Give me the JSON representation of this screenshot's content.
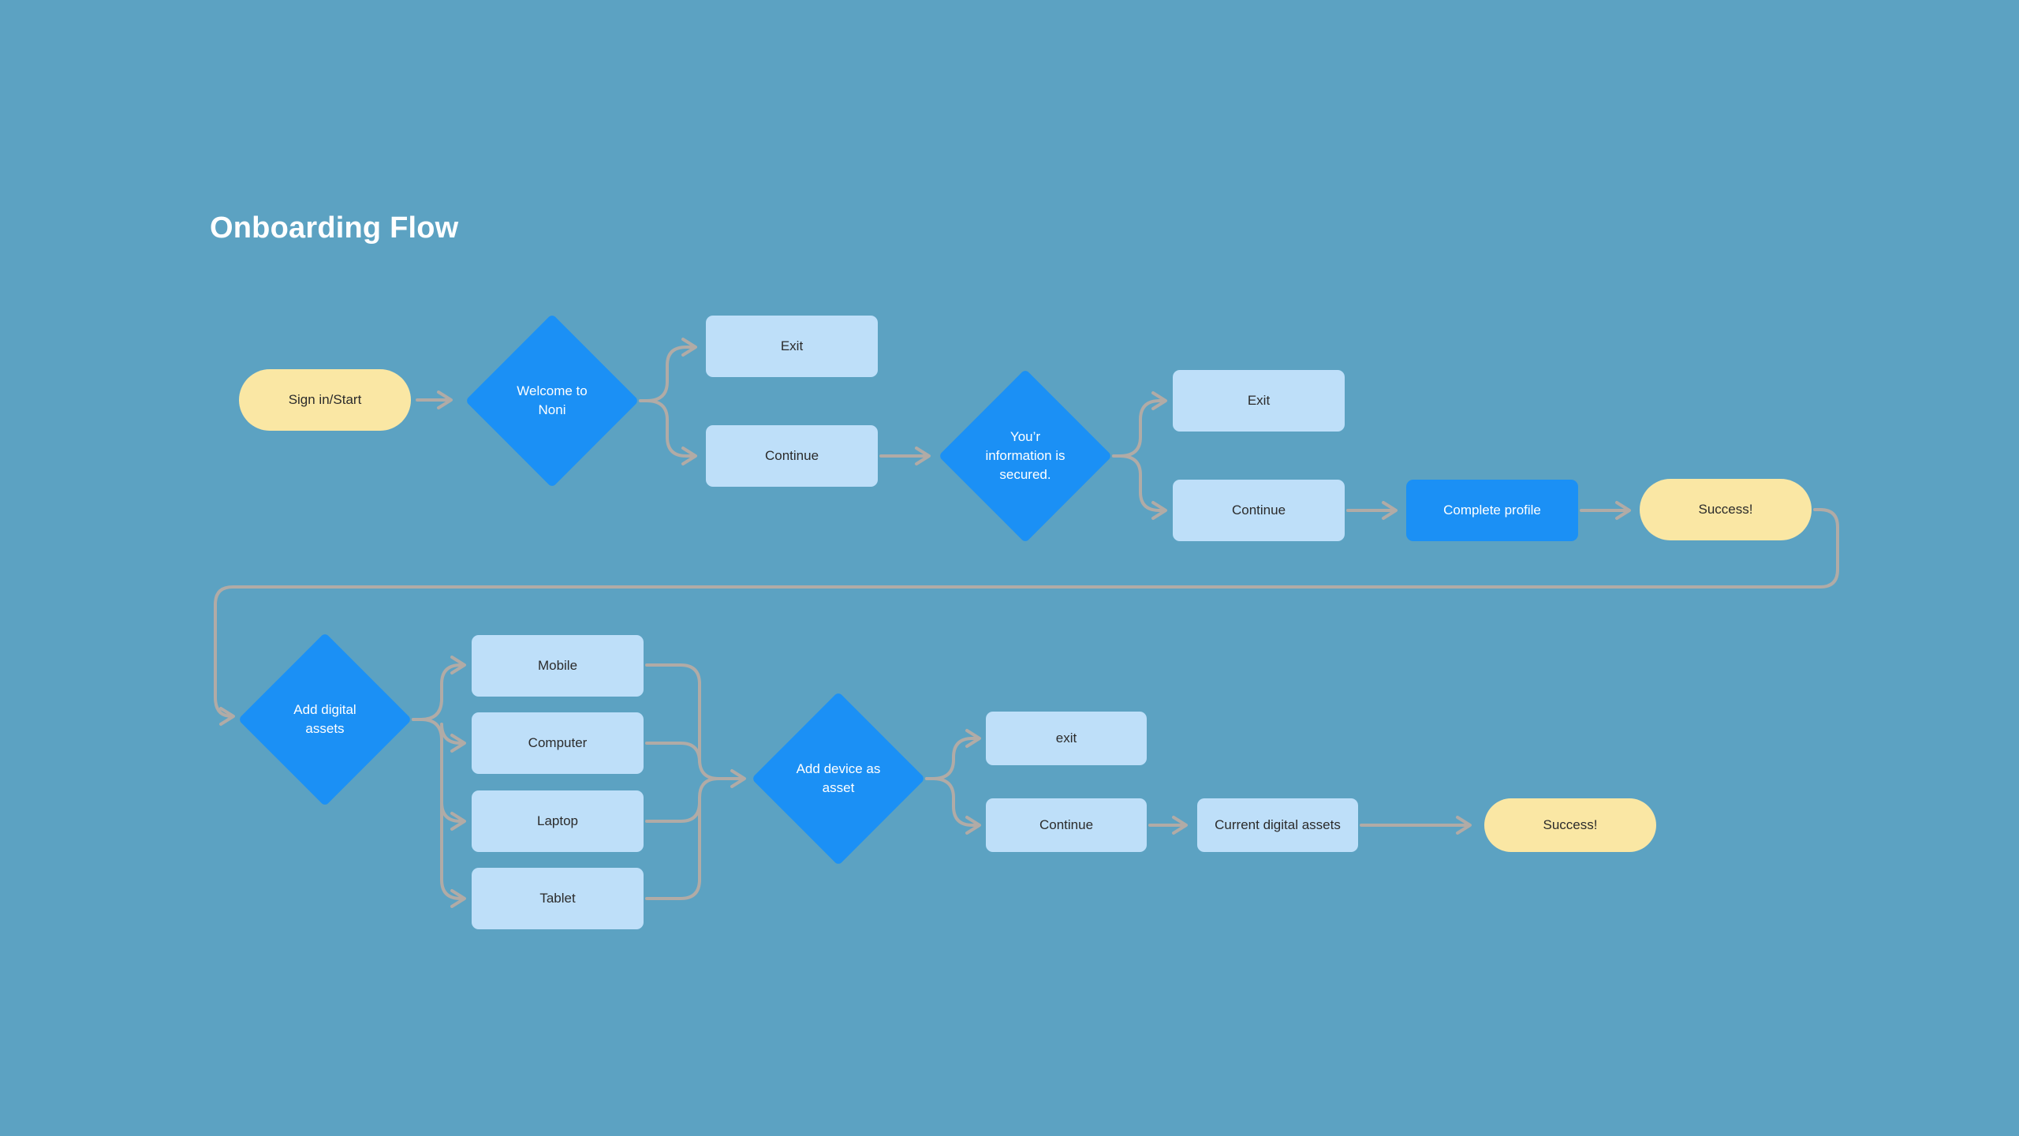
{
  "title": "Onboarding Flow",
  "colors": {
    "background": "#5CA2C2",
    "decision_fill": "#1B90F5",
    "option_fill": "#BEDFF9",
    "terminal_fill": "#FAE7A4",
    "action_fill": "#1B90F5",
    "connector": "#B1ABA6",
    "text_dark": "#2B2B2B",
    "text_light": "#FFFFFF"
  },
  "nodes": {
    "signin": {
      "label": "Sign in/Start",
      "shape": "pill"
    },
    "welcome": {
      "label": "Welcome to Noni",
      "shape": "diamond"
    },
    "exit1": {
      "label": "Exit",
      "shape": "box"
    },
    "continue1": {
      "label": "Continue",
      "shape": "box"
    },
    "secured": {
      "label": "You’r information is secured.",
      "shape": "diamond"
    },
    "exit2": {
      "label": "Exit",
      "shape": "box"
    },
    "continue2": {
      "label": "Continue",
      "shape": "box"
    },
    "complete": {
      "label": "Complete profile",
      "shape": "box-primary"
    },
    "success1": {
      "label": "Success!",
      "shape": "pill"
    },
    "adddigital": {
      "label": "Add digital assets",
      "shape": "diamond"
    },
    "mobile": {
      "label": "Mobile",
      "shape": "box"
    },
    "computer": {
      "label": "Computer",
      "shape": "box"
    },
    "laptop": {
      "label": "Laptop",
      "shape": "box"
    },
    "tablet": {
      "label": "Tablet",
      "shape": "box"
    },
    "adddevice": {
      "label": "Add device as asset",
      "shape": "diamond"
    },
    "exit3": {
      "label": "exit",
      "shape": "box"
    },
    "continue3": {
      "label": "Continue",
      "shape": "box"
    },
    "current": {
      "label": "Current digital assets",
      "shape": "box"
    },
    "success2": {
      "label": "Success!",
      "shape": "pill"
    }
  },
  "edges": [
    {
      "from": "signin",
      "to": "welcome"
    },
    {
      "from": "welcome",
      "to": "exit1"
    },
    {
      "from": "welcome",
      "to": "continue1"
    },
    {
      "from": "continue1",
      "to": "secured"
    },
    {
      "from": "secured",
      "to": "exit2"
    },
    {
      "from": "secured",
      "to": "continue2"
    },
    {
      "from": "continue2",
      "to": "complete"
    },
    {
      "from": "complete",
      "to": "success1"
    },
    {
      "from": "success1",
      "to": "adddigital"
    },
    {
      "from": "adddigital",
      "to": "mobile"
    },
    {
      "from": "adddigital",
      "to": "computer"
    },
    {
      "from": "adddigital",
      "to": "laptop"
    },
    {
      "from": "adddigital",
      "to": "tablet"
    },
    {
      "from": "mobile",
      "to": "adddevice"
    },
    {
      "from": "computer",
      "to": "adddevice"
    },
    {
      "from": "laptop",
      "to": "adddevice"
    },
    {
      "from": "tablet",
      "to": "adddevice"
    },
    {
      "from": "adddevice",
      "to": "exit3"
    },
    {
      "from": "adddevice",
      "to": "continue3"
    },
    {
      "from": "continue3",
      "to": "current"
    },
    {
      "from": "current",
      "to": "success2"
    }
  ]
}
